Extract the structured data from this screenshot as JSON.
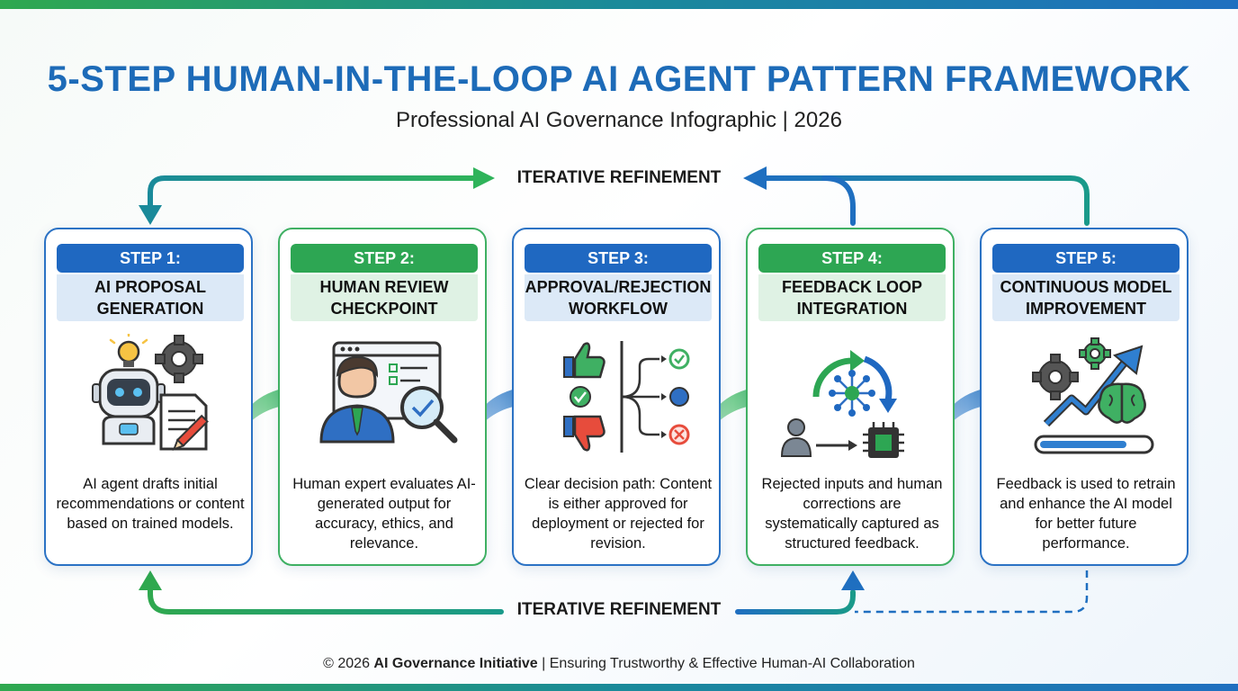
{
  "header": {
    "title": "5-STEP HUMAN-IN-THE-LOOP AI AGENT PATTERN FRAMEWORK",
    "subtitle": "Professional AI Governance Infographic | 2026"
  },
  "loop": {
    "top_label": "ITERATIVE REFINEMENT",
    "bottom_label": "ITERATIVE REFINEMENT"
  },
  "steps": [
    {
      "step": "STEP 1:",
      "name_line1": "AI PROPOSAL",
      "name_line2": "GENERATION",
      "description": "AI agent drafts initial recommendations or content based on trained models.",
      "icon": "robot-proposal-icon",
      "theme": "blue"
    },
    {
      "step": "STEP 2:",
      "name_line1": "HUMAN REVIEW",
      "name_line2": "CHECKPOINT",
      "description": "Human expert evaluates AI-generated output for accuracy, ethics, and relevance.",
      "icon": "human-review-icon",
      "theme": "green"
    },
    {
      "step": "STEP 3:",
      "name_line1": "APPROVAL/REJECTION",
      "name_line2": "WORKFLOW",
      "description": "Clear decision path: Content is either approved for deployment or rejected for revision.",
      "icon": "decision-branch-icon",
      "theme": "blue"
    },
    {
      "step": "STEP 4:",
      "name_line1": "FEEDBACK LOOP",
      "name_line2": "INTEGRATION",
      "description": "Rejected inputs and human corrections are systematically captured as structured feedback.",
      "icon": "feedback-cycle-icon",
      "theme": "green"
    },
    {
      "step": "STEP 5:",
      "name_line1": "CONTINUOUS MODEL",
      "name_line2": "IMPROVEMENT",
      "description": "Feedback is used to retrain and enhance the AI model for better future performance.",
      "icon": "model-improvement-icon",
      "theme": "blue"
    }
  ],
  "footer": {
    "prefix": "© 2026 ",
    "org": "AI Governance Initiative",
    "suffix": " | Ensuring Trustworthy & Effective Human-AI Collaboration"
  },
  "colors": {
    "blue": "#1f68c1",
    "green": "#2da653",
    "title": "#1d6bb8",
    "teal": "#1a9a8a"
  }
}
